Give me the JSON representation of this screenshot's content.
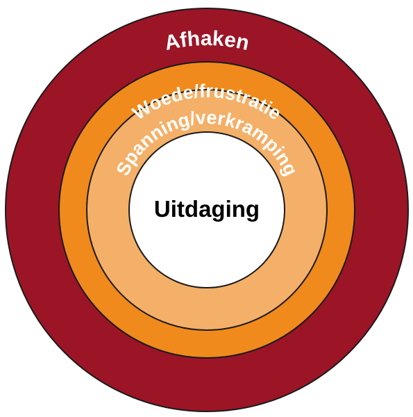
{
  "rings": [
    {
      "label": "Afhaken",
      "color": "#9b1527"
    },
    {
      "label": "Woede/frustratie",
      "color": "#f08a1c"
    },
    {
      "label": "Spanning/verkramping",
      "color": "#f4b068"
    }
  ],
  "center": {
    "label": "Uitdaging",
    "color": "#ffffff"
  },
  "outline_color": "#1a1a1a"
}
